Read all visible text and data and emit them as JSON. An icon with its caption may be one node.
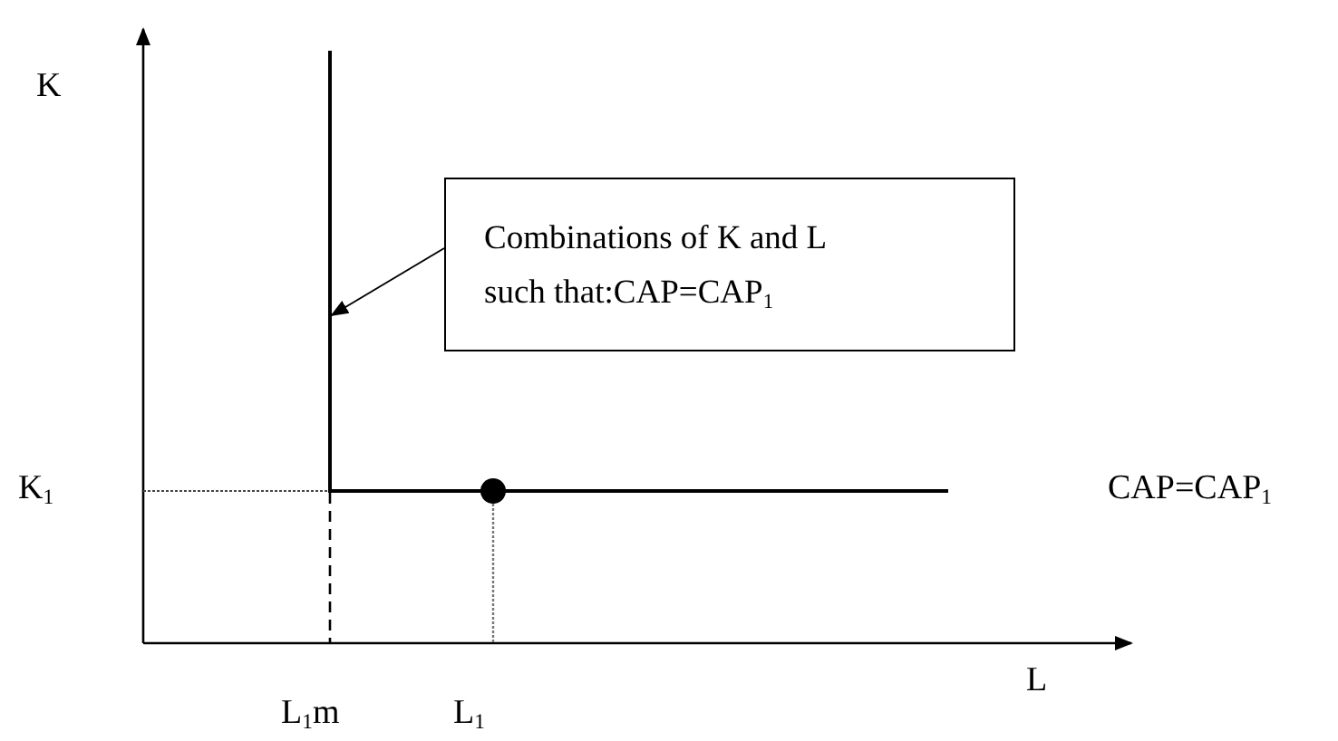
{
  "diagram": {
    "nodes": [
      {
        "text": [
          "Combinations of K and L such that:CAP=CAP$_{1}$"
        ]
      },
      {
        "text": [],
        "shape": "line"
      }
    ],
    "edges": [
      {
        "from": 0,
        "to": 1,
        "arrow": "to"
      }
    ],
    "labels": [
      "K",
      "K$_{1}$",
      "CAP=CAP$_{1}$",
      "L$_{1}$m",
      "L$_{1}$",
      "L"
    ]
  }
}
